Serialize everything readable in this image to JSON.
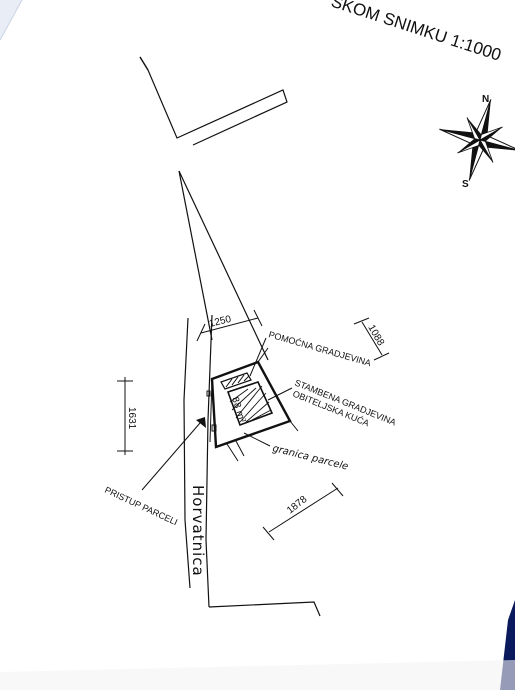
{
  "title": "SKOM  SNIMKU  1:1000",
  "compass": {
    "north": "N",
    "south": "S"
  },
  "dimensions": {
    "top_width": "1250",
    "right_upper": "1088",
    "left": "1631",
    "bottom_right": "1878"
  },
  "labels": {
    "auxiliary_building": "POMOĆNA  GRADJEVINA",
    "main_building_line1": "STAMBENA  GRADJEVINA",
    "main_building_line2": "OBITELJSKA  KUĆA",
    "plot_boundary": "granica parcele",
    "plot_access": "PRISTUP  PARCELI",
    "street": "Horvatnica",
    "building_area": "88 m²"
  },
  "colors": {
    "ink": "#111111",
    "paper": "#ffffff",
    "edge_blue": "#0b1a5c"
  }
}
